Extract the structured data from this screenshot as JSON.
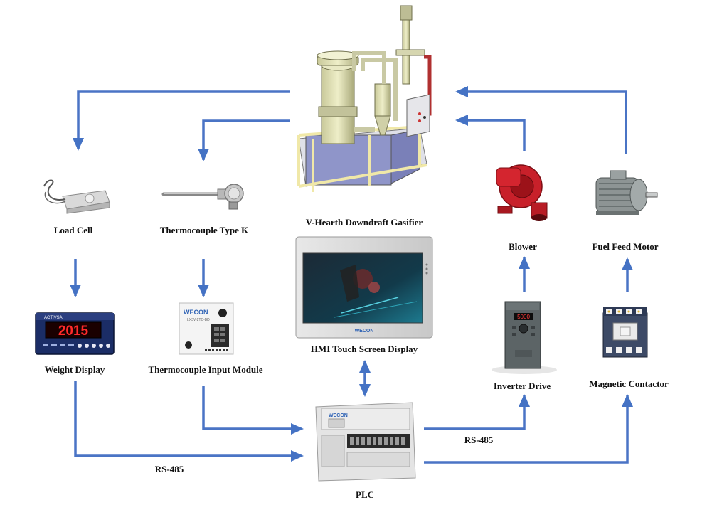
{
  "labels": {
    "gasifier": "V-Hearth Downdraft Gasifier",
    "load_cell": "Load Cell",
    "thermocouple": "Thermocouple Type K",
    "blower": "Blower",
    "fuel_motor": "Fuel Feed Motor",
    "weight_display": "Weight Display",
    "tc_module": "Thermocouple Input Module",
    "hmi": "HMI Touch Screen Display",
    "inverter": "Inverter Drive",
    "contactor": "Magnetic Contactor",
    "plc": "PLC",
    "rs485_left": "RS-485",
    "rs485_right": "RS-485"
  },
  "device_text": {
    "weight_value": "2015",
    "weight_brand": "ACTIVSA",
    "wecon_logo": "WECON",
    "tc_model": "LX3V-2TC-BD",
    "inverter_value": "5000"
  },
  "colors": {
    "arrow": "#4472c4",
    "arrow_line": "#4a74c5"
  }
}
